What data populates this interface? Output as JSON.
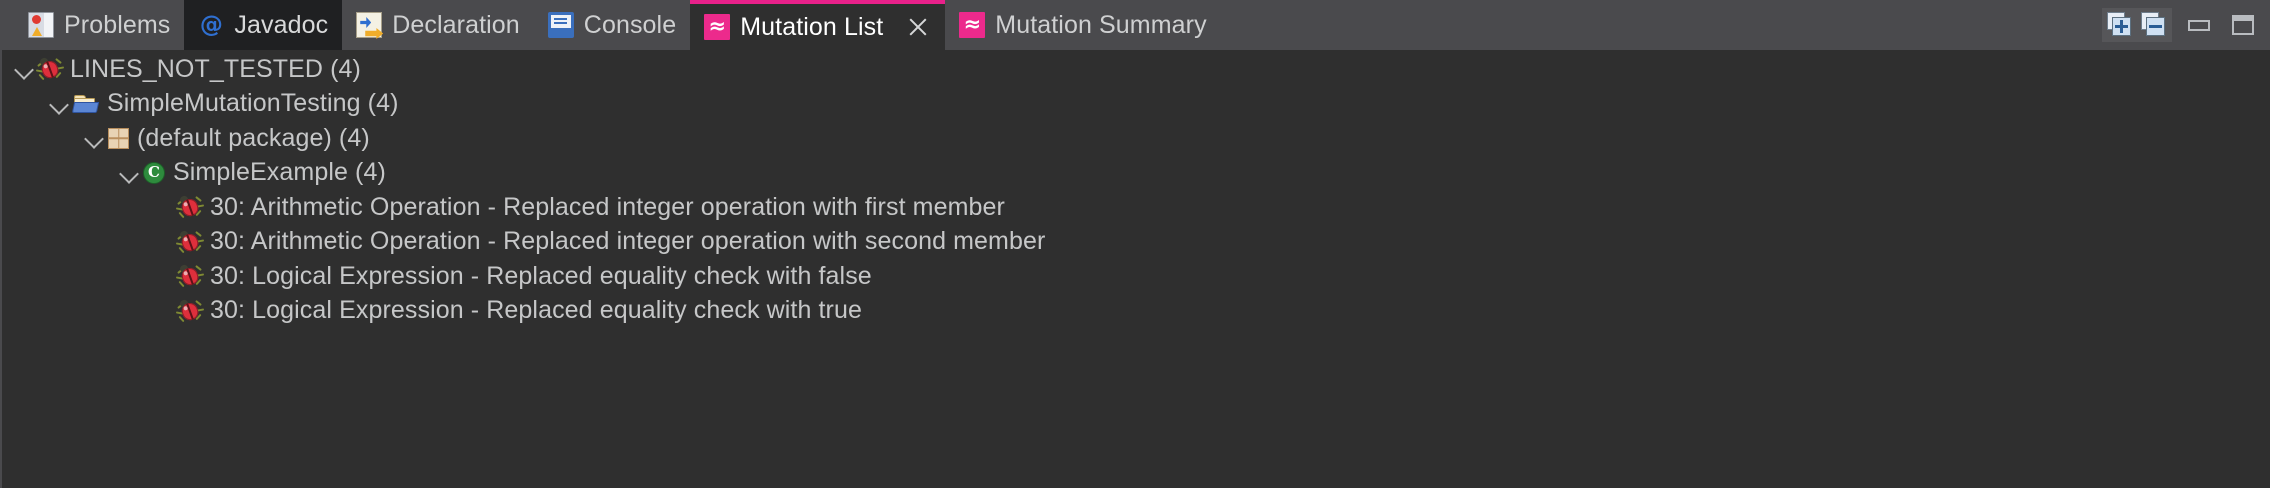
{
  "window": {
    "tabs": [
      {
        "label": "Problems",
        "icon": "problems-icon",
        "state": "normal",
        "closable": false
      },
      {
        "label": "Javadoc",
        "icon": "javadoc-icon",
        "state": "hovered",
        "closable": false
      },
      {
        "label": "Declaration",
        "icon": "declaration-icon",
        "state": "normal",
        "closable": false
      },
      {
        "label": "Console",
        "icon": "console-icon",
        "state": "normal",
        "closable": false
      },
      {
        "label": "Mutation List",
        "icon": "mutation-icon",
        "state": "active",
        "closable": true
      },
      {
        "label": "Mutation Summary",
        "icon": "mutation-icon",
        "state": "normal",
        "closable": false
      }
    ],
    "toolbar": {
      "expand_all": "expand-all-icon",
      "collapse_all": "collapse-all-icon",
      "minimize": "minimize-icon",
      "maximize": "maximize-icon"
    },
    "colors": {
      "accent": "#ec2a8c",
      "tab_bar_bg": "#4a4a4d",
      "panel_bg": "#2f2f2f",
      "text": "#c6c7c8",
      "active_tab_text": "#ffffff"
    }
  },
  "tree": {
    "rows": [
      {
        "depth": 0,
        "expander": "chevron-down-icon",
        "icon": "bug-icon",
        "label": "LINES_NOT_TESTED (4)"
      },
      {
        "depth": 1,
        "expander": "chevron-down-icon",
        "icon": "folder-icon",
        "label": "SimpleMutationTesting (4)"
      },
      {
        "depth": 2,
        "expander": "chevron-down-icon",
        "icon": "package-icon",
        "label": "(default package) (4)"
      },
      {
        "depth": 3,
        "expander": "chevron-down-icon",
        "icon": "class-icon",
        "label": "SimpleExample (4)"
      },
      {
        "depth": 4,
        "expander": "none",
        "icon": "bug-icon",
        "label": "30: Arithmetic Operation - Replaced integer operation with first member"
      },
      {
        "depth": 4,
        "expander": "none",
        "icon": "bug-icon",
        "label": "30: Arithmetic Operation - Replaced integer operation with second member"
      },
      {
        "depth": 4,
        "expander": "none",
        "icon": "bug-icon",
        "label": "30: Logical Expression - Replaced equality check with false"
      },
      {
        "depth": 4,
        "expander": "none",
        "icon": "bug-icon",
        "label": "30: Logical Expression - Replaced equality check with true"
      }
    ]
  }
}
